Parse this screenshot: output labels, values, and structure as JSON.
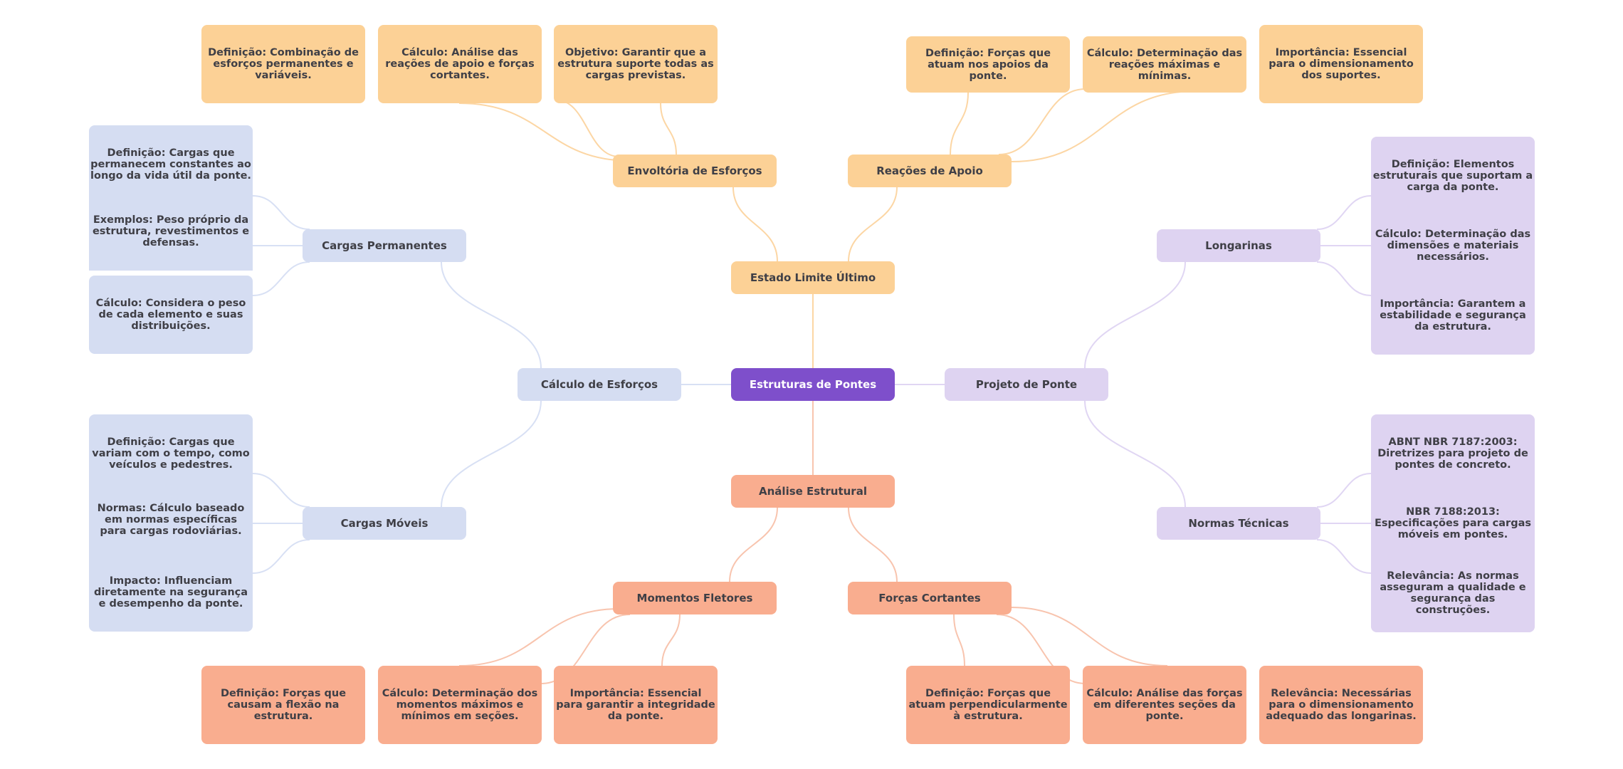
{
  "colors": {
    "root": "#7e4fcb",
    "orange": "#fcd196",
    "orange_edge": "#fcd6a4",
    "salmon": "#f9ad8f",
    "salmon_edge": "#f8c4ae",
    "blue": "#d5ddf2",
    "blue_edge": "#d8e0f4",
    "purple": "#ded3f1",
    "purple_edge": "#e0d6f3",
    "text": "#3f3f46"
  },
  "root": {
    "label": "Estruturas de Pontes"
  },
  "branches": {
    "top": {
      "label": "Estado Limite Último",
      "children": [
        {
          "label": "Envoltória de Esforços",
          "leaves": [
            "Definição: Combinação de esforços permanentes e variáveis.",
            "Cálculo: Análise das reações de apoio e forças cortantes.",
            "Objetivo: Garantir que a estrutura suporte todas as cargas previstas."
          ]
        },
        {
          "label": "Reações de Apoio",
          "leaves": [
            "Definição: Forças que atuam nos apoios da ponte.",
            "Cálculo: Determinação das reações máximas e mínimas.",
            "Importância: Essencial para o dimensionamento dos suportes."
          ]
        }
      ]
    },
    "bottom": {
      "label": "Análise Estrutural",
      "children": [
        {
          "label": "Momentos Fletores",
          "leaves": [
            "Definição: Forças que causam a flexão na estrutura.",
            "Cálculo: Determinação dos momentos máximos e mínimos em seções.",
            "Importância: Essencial para garantir a integridade da ponte."
          ]
        },
        {
          "label": "Forças Cortantes",
          "leaves": [
            "Definição: Forças que atuam perpendicularmente à estrutura.",
            "Cálculo: Análise das forças em diferentes seções da ponte.",
            "Relevância: Necessárias para o dimensionamento adequado das longarinas."
          ]
        }
      ]
    },
    "left": {
      "label": "Cálculo de Esforços",
      "children": [
        {
          "label": "Cargas Permanentes",
          "leaves": [
            "Definição: Cargas que permanecem constantes ao longo da vida útil da ponte.",
            "Exemplos: Peso próprio da estrutura, revestimentos e defensas.",
            "Cálculo: Considera o peso de cada elemento e suas distribuições."
          ]
        },
        {
          "label": "Cargas Móveis",
          "leaves": [
            "Definição: Cargas que variam com o tempo, como veículos e pedestres.",
            "Normas: Cálculo baseado em normas específicas para cargas rodoviárias.",
            "Impacto: Influenciam diretamente na segurança e desempenho da ponte."
          ]
        }
      ]
    },
    "right": {
      "label": "Projeto de Ponte",
      "children": [
        {
          "label": "Longarinas",
          "leaves": [
            "Definição: Elementos estruturais que suportam a carga da ponte.",
            "Cálculo: Determinação das dimensões e materiais necessários.",
            "Importância: Garantem a estabilidade e segurança da estrutura."
          ]
        },
        {
          "label": "Normas Técnicas",
          "leaves": [
            "ABNT NBR 7187:2003: Diretrizes para projeto de pontes de concreto.",
            "NBR 7188:2013: Especificações para cargas móveis em pontes.",
            "Relevância: As normas asseguram a qualidade e segurança das construções."
          ]
        }
      ]
    }
  }
}
